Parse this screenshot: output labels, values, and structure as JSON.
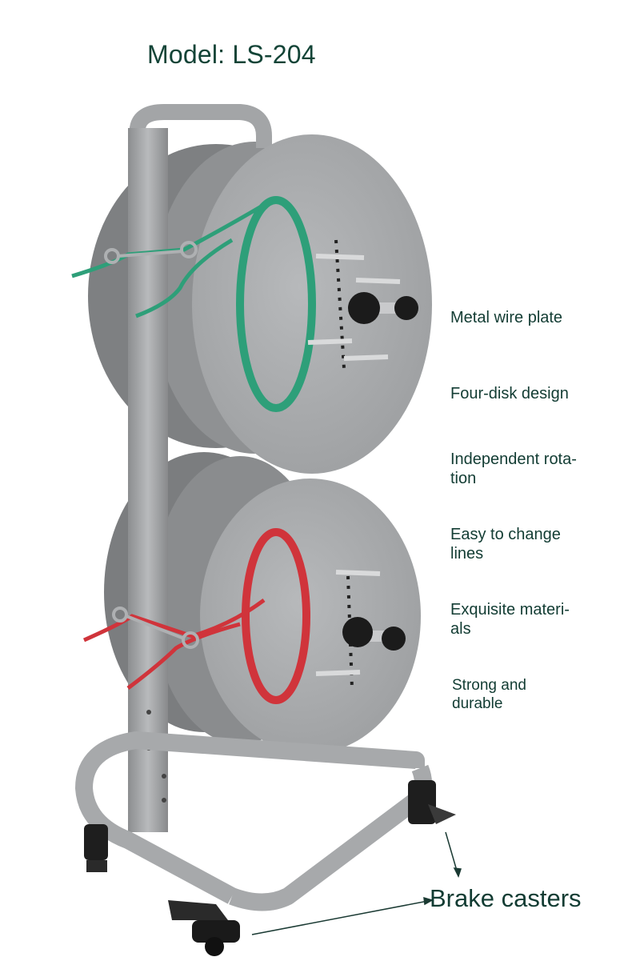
{
  "title": "Model: LS-204",
  "features": [
    "Metal wire plate",
    "Four-disk design",
    "Independent rota-\ntion",
    "Easy to change\nlines",
    "Exquisite materi-\nals",
    "Strong and\ndurable"
  ],
  "callout": "Brake casters",
  "colors": {
    "text": "#123c33",
    "disc": "#a9abad",
    "frame": "#9b9d9f",
    "green_wire": "#2e9f79",
    "red_wire": "#d0343b"
  }
}
